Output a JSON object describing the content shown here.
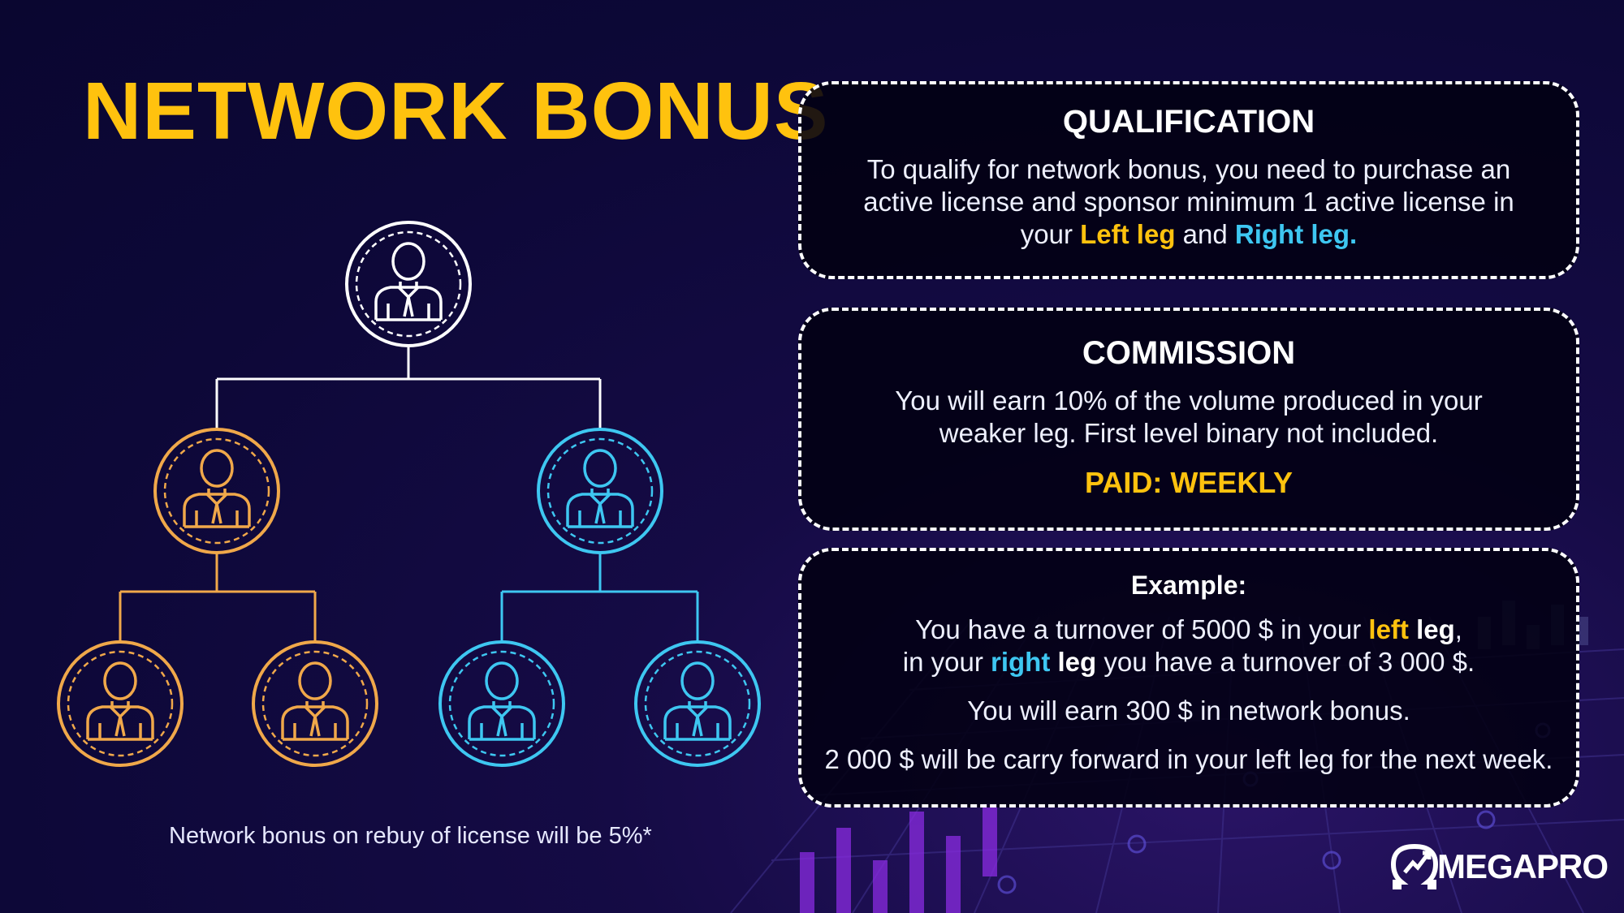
{
  "title": "NETWORK BONUS",
  "colors": {
    "accent_yellow": "#ffc20e",
    "accent_cyan": "#3ec7f1",
    "node_white": "#ffffff",
    "node_orange": "#f0a84a",
    "background": "#0d0838"
  },
  "tree": {
    "icon": "businessman-icon",
    "nodes": [
      "root",
      "left",
      "right",
      "left-left",
      "left-right",
      "right-left",
      "right-right"
    ]
  },
  "qualification": {
    "heading": "QUALIFICATION",
    "text_before": "To qualify for network bonus, you need to purchase an active license and sponsor minimum 1 active license in your ",
    "left_leg": "Left leg",
    "and": " and ",
    "right_leg": "Right leg."
  },
  "commission": {
    "heading": "COMMISSION",
    "text": "You will earn 10% of the volume produced in your weaker leg. First level binary not included.",
    "paid": "PAID: WEEKLY"
  },
  "example": {
    "heading": "Example:",
    "line1_a": "You have a turnover of 5000 $ in your ",
    "line1_left": "left",
    "line1_leg": " leg",
    "line1_b": ",",
    "line2_a": "in your ",
    "line2_right": "right",
    "line2_leg": " leg",
    "line2_b": " you have a turnover of 3 000 $.",
    "line3": "You will earn 300 $ in network bonus.",
    "line4": "2 000 $ will be carry forward in your left leg for the next week."
  },
  "footnote": "Network bonus on rebuy of license will be 5%*",
  "logo": {
    "text": "MEGAPRO",
    "icon": "omega-chart-logo-icon"
  }
}
